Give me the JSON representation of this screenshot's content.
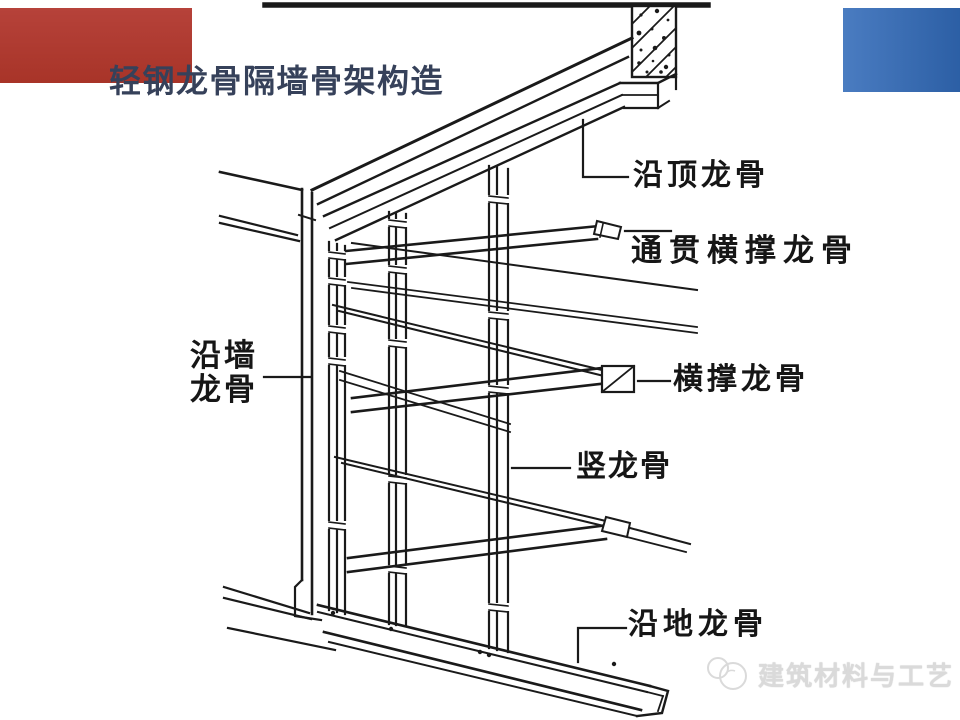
{
  "slide": {
    "title": "轻钢龙骨隔墙骨架构造",
    "title_color": "#36415a"
  },
  "decor": {
    "red_block_color": "#b0392f",
    "blue_block_color_from": "#4a7cc1",
    "blue_block_color_to": "#2c5fa5"
  },
  "diagram": {
    "line_color": "#1a1a1a",
    "labels": {
      "top_track": "沿顶龙骨",
      "through_brace": "通贯横撑龙骨",
      "wall_track_line1": "沿墙",
      "wall_track_line2": "龙骨",
      "cross_brace": "横撑龙骨",
      "stud": "竖龙骨",
      "floor_track": "沿地龙骨"
    }
  },
  "watermark": {
    "text": "建筑材料与工艺"
  }
}
